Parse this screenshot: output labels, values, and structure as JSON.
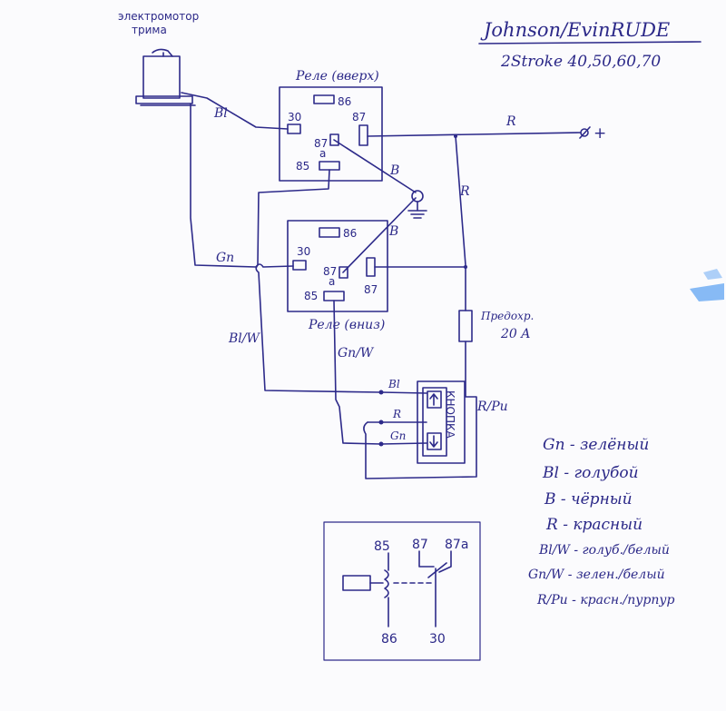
{
  "header": {
    "brand": "Johnson/EvinRUDE",
    "engines": "2Stroke  40,50,60,70"
  },
  "motor": {
    "label_line1": "электромотор",
    "label_line2": "трима"
  },
  "relay_up": {
    "title": "Реле (вверх)",
    "pin_86": "86",
    "pin_87": "87",
    "pin_30": "30",
    "pin_87a": "87",
    "pin_a": "a",
    "pin_85": "85"
  },
  "relay_down": {
    "title": "Реле (вниз)",
    "pin_86": "86",
    "pin_87": "87",
    "pin_30": "30",
    "pin_87a": "87",
    "pin_a": "a",
    "pin_85": "85"
  },
  "wires": {
    "bl": "Bl",
    "r_top": "R",
    "plus": "+",
    "b1": "B",
    "b2": "B",
    "r_mid": "R",
    "gn": "Gn",
    "bl_w": "Bl/W",
    "gn_w": "Gn/W",
    "r_pu": "R/Pu",
    "btn_bl": "Bl",
    "btn_r": "R",
    "btn_gn": "Gn"
  },
  "fuse": {
    "line1": "Предохр.",
    "line2": "20 A"
  },
  "button": {
    "label": "КНОПКА"
  },
  "legend": [
    "Gn - зелёный",
    "Bl - голубой",
    "B - чёрный",
    "R - красный",
    "Bl/W - голуб./белый",
    "Gn/W - зелен./белый",
    "R/Pu - красн./пурпур"
  ],
  "inset": {
    "pin_85": "85",
    "pin_87": "87",
    "pin_87a": "87a",
    "pin_86": "86",
    "pin_30": "30"
  },
  "colors": {
    "ink": "#2d2a8a",
    "paper": "#fbfbfd",
    "smudge": "#3a8ff0"
  }
}
